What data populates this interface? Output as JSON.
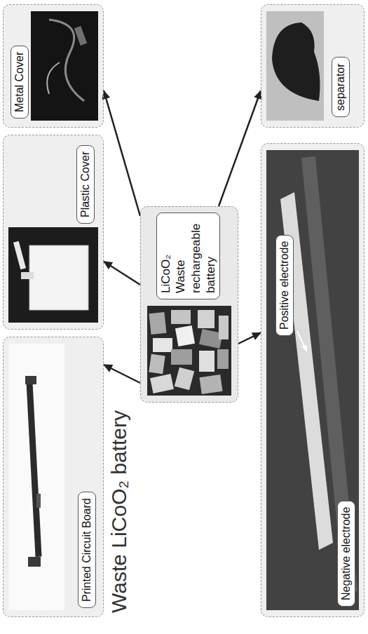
{
  "diagram": {
    "title": "Waste LiCoO₂ battery",
    "nodes": [
      {
        "text": [
          "Metal Cover"
        ]
      },
      {
        "text": [
          "Plastic Cover"
        ]
      },
      {
        "text": [
          "Printed Circuit Board"
        ]
      },
      {
        "text": [
          "LiCoO₂ Waste rechargeable battery"
        ]
      },
      {
        "text": [
          "separator"
        ]
      },
      {
        "text": [
          "Positive electrode",
          "Negative electrode"
        ]
      }
    ],
    "edges": [
      {
        "from": 3,
        "to": 0,
        "arrow": "to"
      },
      {
        "from": 3,
        "to": 1,
        "arrow": "to"
      },
      {
        "from": 3,
        "to": 2,
        "arrow": "to"
      },
      {
        "from": 3,
        "to": 4,
        "arrow": "to"
      },
      {
        "from": 3,
        "to": 5,
        "arrow": "to"
      }
    ]
  }
}
